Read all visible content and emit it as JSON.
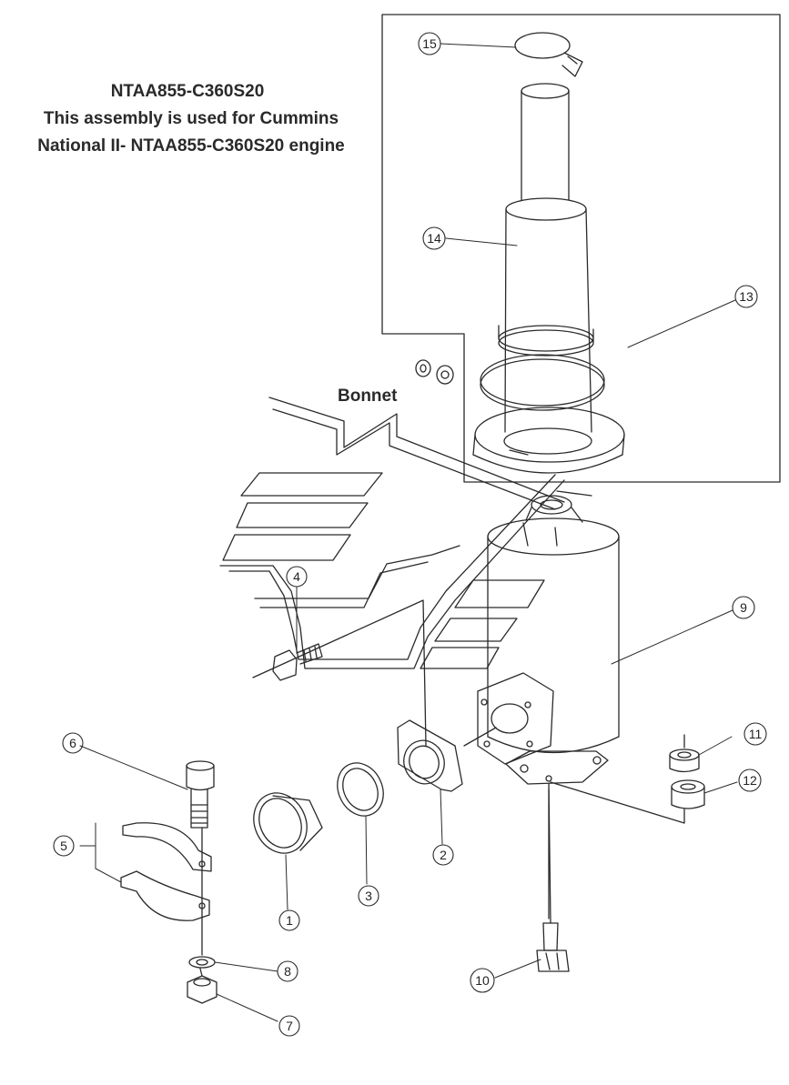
{
  "title": {
    "line1": "NTAA855-C360S20",
    "line2": "This assembly is used for Cummins",
    "line3": "National II- NTAA855-C360S20 engine"
  },
  "bonnet_label": "Bonnet",
  "callouts": [
    {
      "id": "c1",
      "number": "1"
    },
    {
      "id": "c2",
      "number": "2"
    },
    {
      "id": "c3",
      "number": "3"
    },
    {
      "id": "c4",
      "number": "4"
    },
    {
      "id": "c5",
      "number": "5"
    },
    {
      "id": "c6",
      "number": "6"
    },
    {
      "id": "c7",
      "number": "7"
    },
    {
      "id": "c8",
      "number": "8"
    },
    {
      "id": "c9",
      "number": "9"
    },
    {
      "id": "c10",
      "number": "10"
    },
    {
      "id": "c11",
      "number": "11"
    },
    {
      "id": "c12",
      "number": "12"
    },
    {
      "id": "c13",
      "number": "13"
    },
    {
      "id": "c14",
      "number": "14"
    },
    {
      "id": "c15",
      "number": "15"
    }
  ],
  "colors": {
    "line": "#2a2a2a",
    "background": "#ffffff"
  }
}
